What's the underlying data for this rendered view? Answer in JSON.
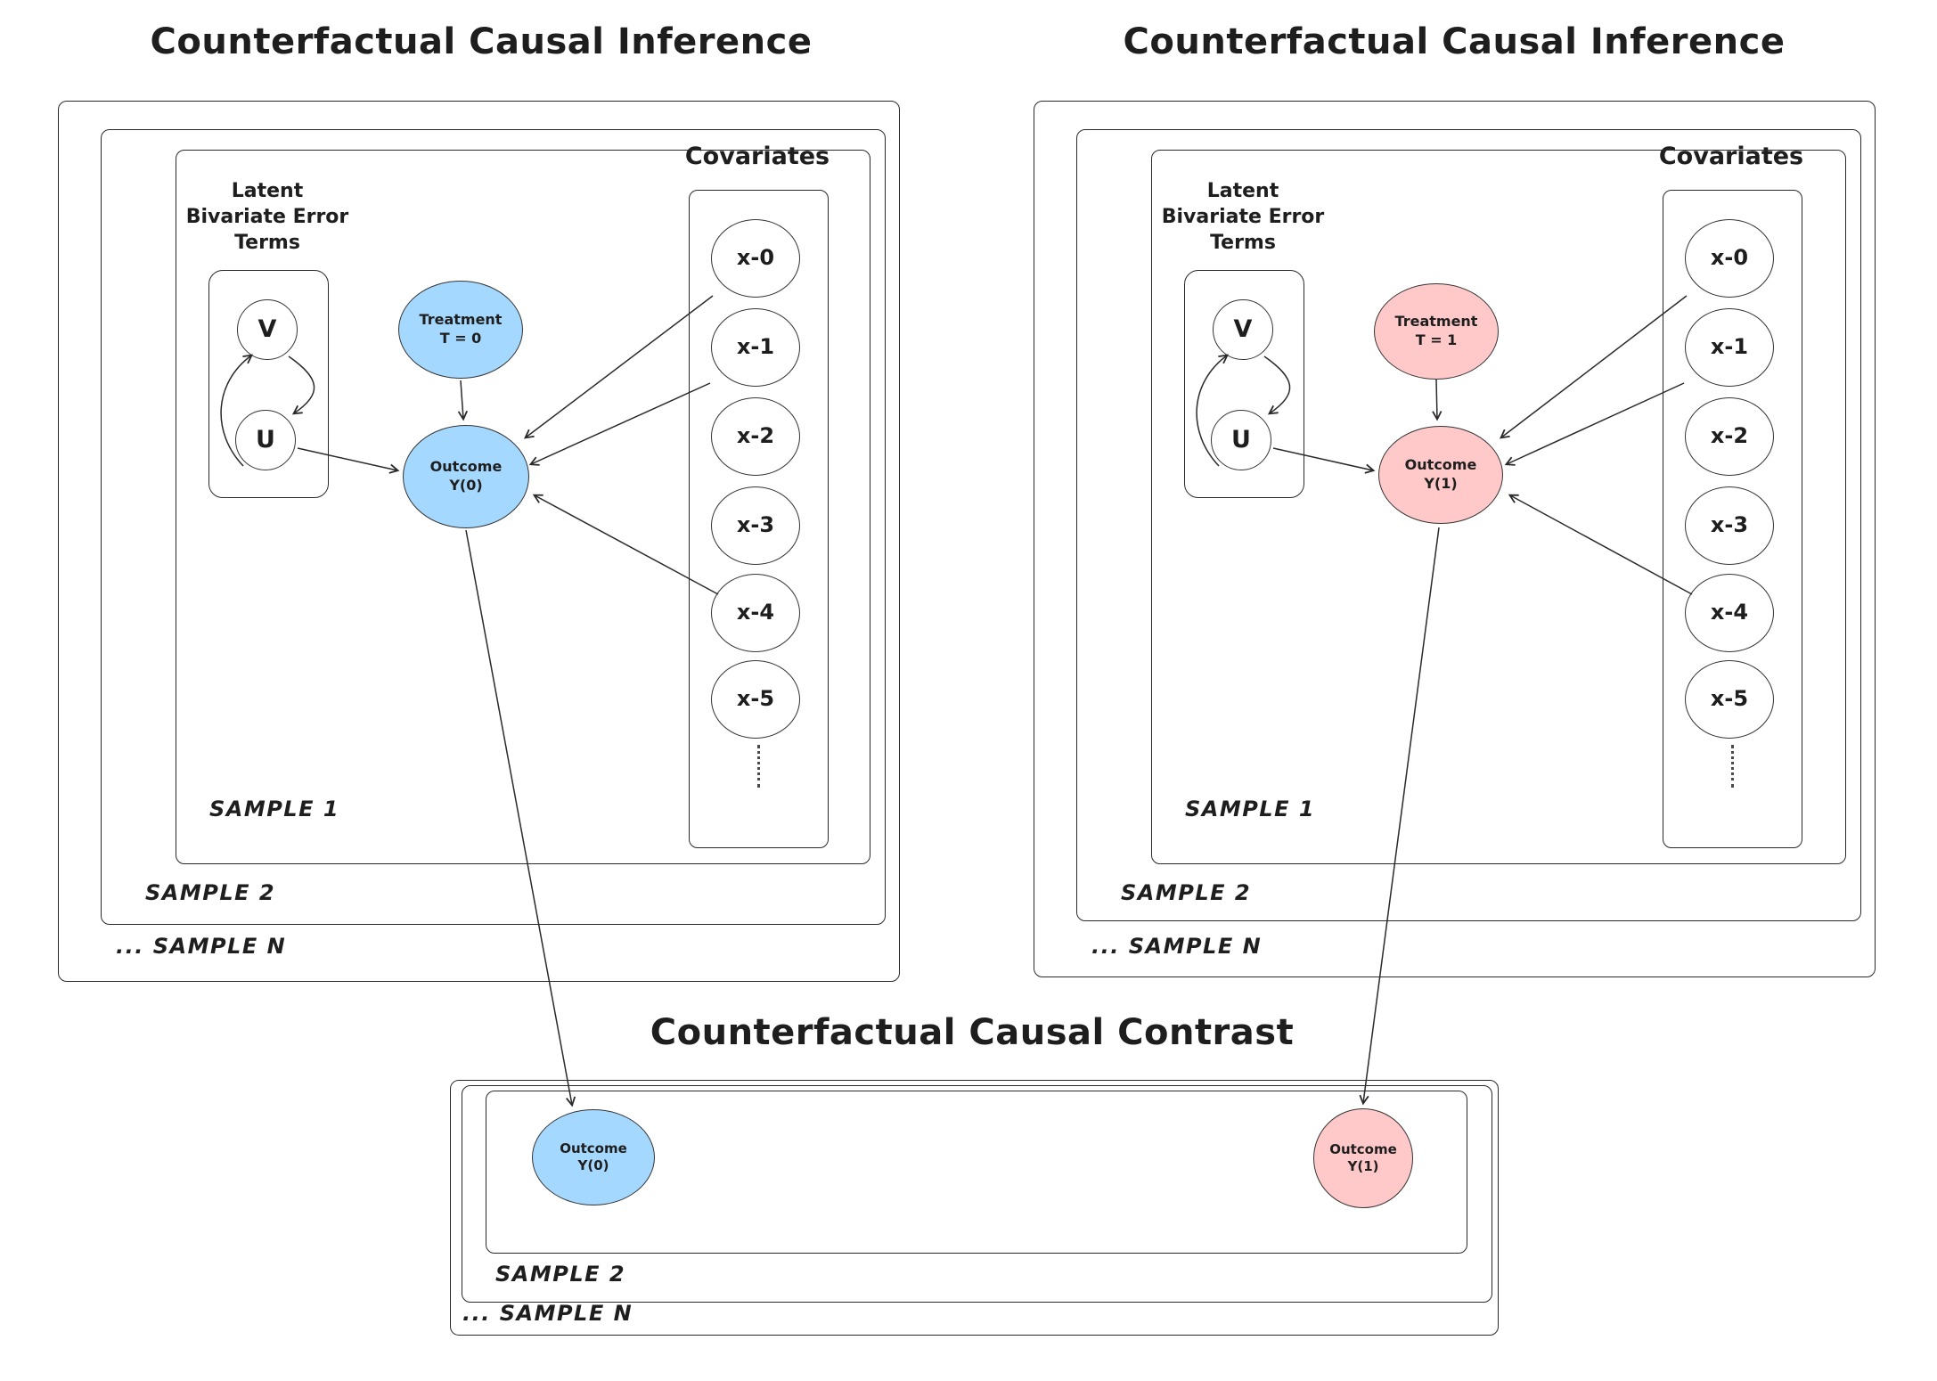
{
  "colors": {
    "blue": "#a5d8ff",
    "pink": "#ffc9c9",
    "stroke": "#1e1e1e"
  },
  "left": {
    "title": "Counterfactual Causal Inference",
    "latent": {
      "l1": "Latent",
      "l2": "Bivariate Error",
      "l3": "Terms"
    },
    "v": "V",
    "u": "U",
    "treatment": {
      "l1": "Treatment",
      "l2": "T = 0"
    },
    "outcome": {
      "l1": "Outcome",
      "l2": "Y(0)"
    },
    "covariates_title": "Covariates",
    "covariates": [
      "x-0",
      "x-1",
      "x-2",
      "x-3",
      "x-4",
      "x-5"
    ],
    "sample1": "SAMPLE 1",
    "sample2": "SAMPLE 2",
    "sampleN": "... SAMPLE N"
  },
  "right": {
    "title": "Counterfactual Causal Inference",
    "latent": {
      "l1": "Latent",
      "l2": "Bivariate Error",
      "l3": "Terms"
    },
    "v": "V",
    "u": "U",
    "treatment": {
      "l1": "Treatment",
      "l2": "T = 1"
    },
    "outcome": {
      "l1": "Outcome",
      "l2": "Y(1)"
    },
    "covariates_title": "Covariates",
    "covariates": [
      "x-0",
      "x-1",
      "x-2",
      "x-3",
      "x-4",
      "x-5"
    ],
    "sample1": "SAMPLE 1",
    "sample2": "SAMPLE 2",
    "sampleN": "... SAMPLE N"
  },
  "contrast": {
    "title": "Counterfactual Causal Contrast",
    "outcome0": {
      "l1": "Outcome",
      "l2": "Y(0)"
    },
    "outcome1": {
      "l1": "Outcome",
      "l2": "Y(1)"
    },
    "sample2": "SAMPLE 2",
    "sampleN": "... SAMPLE N"
  }
}
